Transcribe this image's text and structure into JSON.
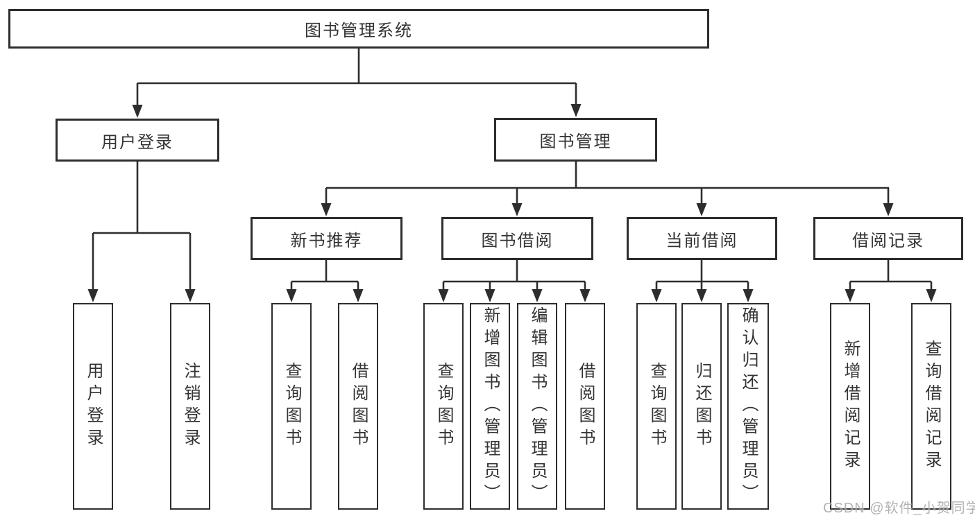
{
  "title": "图书管理系统",
  "tree": {
    "root": {
      "label": "图书管理系统"
    },
    "branches": [
      {
        "label": "用户登录",
        "children": [
          {
            "label": "用户登录"
          },
          {
            "label": "注销登录"
          }
        ]
      },
      {
        "label": "图书管理",
        "children": [
          {
            "label": "新书推荐",
            "children": [
              {
                "label": "查询图书"
              },
              {
                "label": "借阅图书"
              }
            ]
          },
          {
            "label": "图书借阅",
            "children": [
              {
                "label": "查询图书"
              },
              {
                "label": "新增图书（管理员）"
              },
              {
                "label": "编辑图书（管理员）"
              },
              {
                "label": "借阅图书"
              }
            ]
          },
          {
            "label": "当前借阅",
            "children": [
              {
                "label": "查询图书"
              },
              {
                "label": "归还图书"
              },
              {
                "label": "确认归还（管理员）"
              }
            ]
          },
          {
            "label": "借阅记录",
            "children": [
              {
                "label": "新增借阅记录"
              },
              {
                "label": "查询借阅记录"
              }
            ]
          }
        ]
      }
    ]
  },
  "watermark": {
    "text": "CSDN @软件_小贺同学"
  },
  "colors": {
    "line": "#2d2d2d",
    "text": "#333333",
    "background": "#ffffff",
    "watermark": "#a6a6a6"
  }
}
